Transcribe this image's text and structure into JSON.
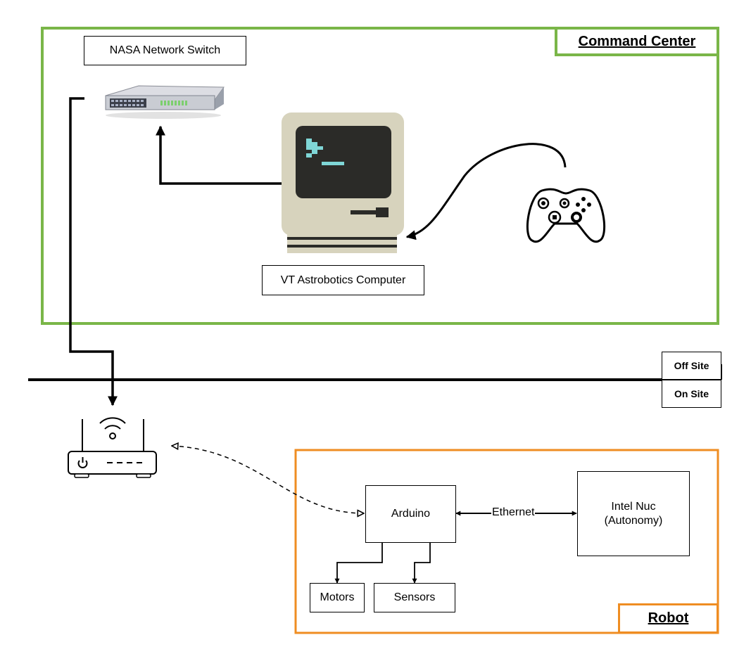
{
  "command_center": {
    "title": "Command Center",
    "border_color": "#7ab648",
    "network_switch_label": "NASA Network Switch",
    "computer_label": "VT Astrobotics Computer"
  },
  "site_divider": {
    "off_site_label": "Off Site",
    "on_site_label": "On Site"
  },
  "robot": {
    "title": "Robot",
    "border_color": "#ef8d22",
    "arduino_label": "Arduino",
    "ethernet_label": "Ethernet",
    "intel_nuc_line1": "Intel Nuc",
    "intel_nuc_line2": "(Autonomy)",
    "motors_label": "Motors",
    "sensors_label": "Sensors"
  },
  "icons": {
    "network_switch": "network-switch-icon",
    "computer": "retro-computer-icon",
    "gamepad": "gamepad-icon",
    "router": "wifi-router-icon"
  },
  "colors": {
    "computer_body": "#d7d3bd",
    "computer_screen": "#2b2b28",
    "prompt_cyan": "#7fd6d6"
  }
}
